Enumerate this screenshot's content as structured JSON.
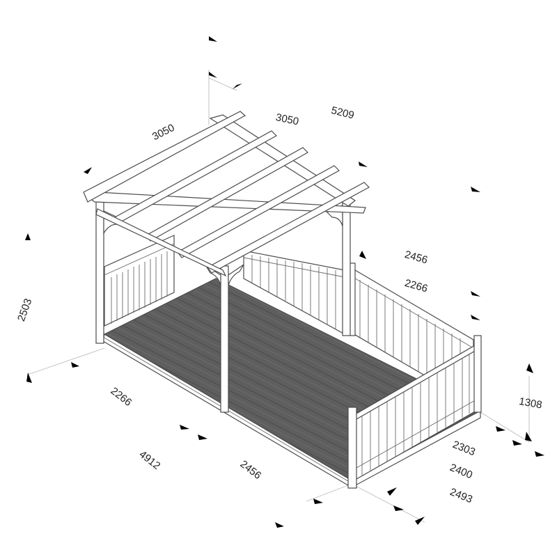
{
  "dimensions": {
    "pergola_width_left": "3050",
    "pergola_width_right": "3050",
    "overall_length_top": "5209",
    "overall_height": "2503",
    "rail_length_outer": "2456",
    "rail_length_inner": "2266",
    "front_left_section": "2266",
    "front_total": "4912",
    "front_right_section": "2456",
    "rail_height": "1308",
    "end_width_inner": "2303",
    "end_width_mid": "2400",
    "end_width_outer": "2493"
  },
  "colors": {
    "deck_board": "#5e5e5e",
    "deck_board_dark": "#3e3e3e",
    "timber": "#ffffff",
    "outline": "#4a4a4a"
  }
}
